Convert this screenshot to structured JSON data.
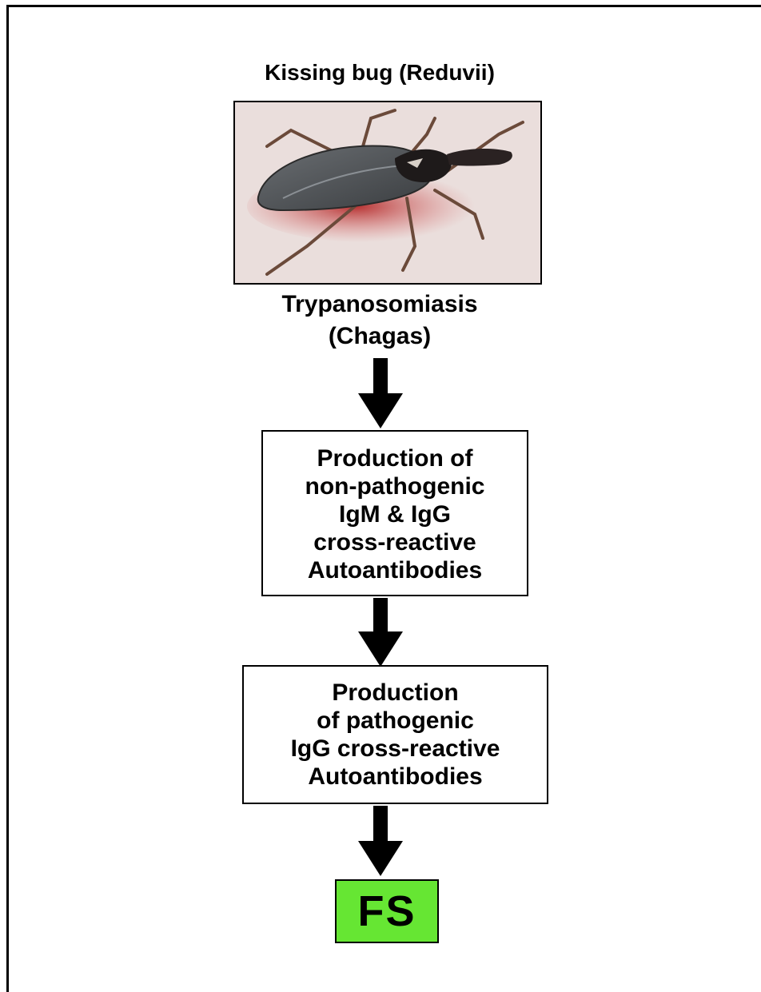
{
  "diagram": {
    "vector_label": "Kissing bug (Reduvii)",
    "disease_lines": [
      "Trypanosomiasis",
      "(Chagas)"
    ],
    "step1_lines": [
      "Production of",
      "non-pathogenic",
      "IgM & IgG",
      "cross-reactive",
      "Autoantibodies"
    ],
    "step2_lines": [
      "Production",
      "of pathogenic",
      "IgG cross-reactive",
      "Autoantibodies"
    ],
    "outcome": "FS",
    "colors": {
      "outcome_fill": "#66e633",
      "arrow": "#000000",
      "border": "#000000"
    },
    "photo_subject": "kissing-bug"
  }
}
